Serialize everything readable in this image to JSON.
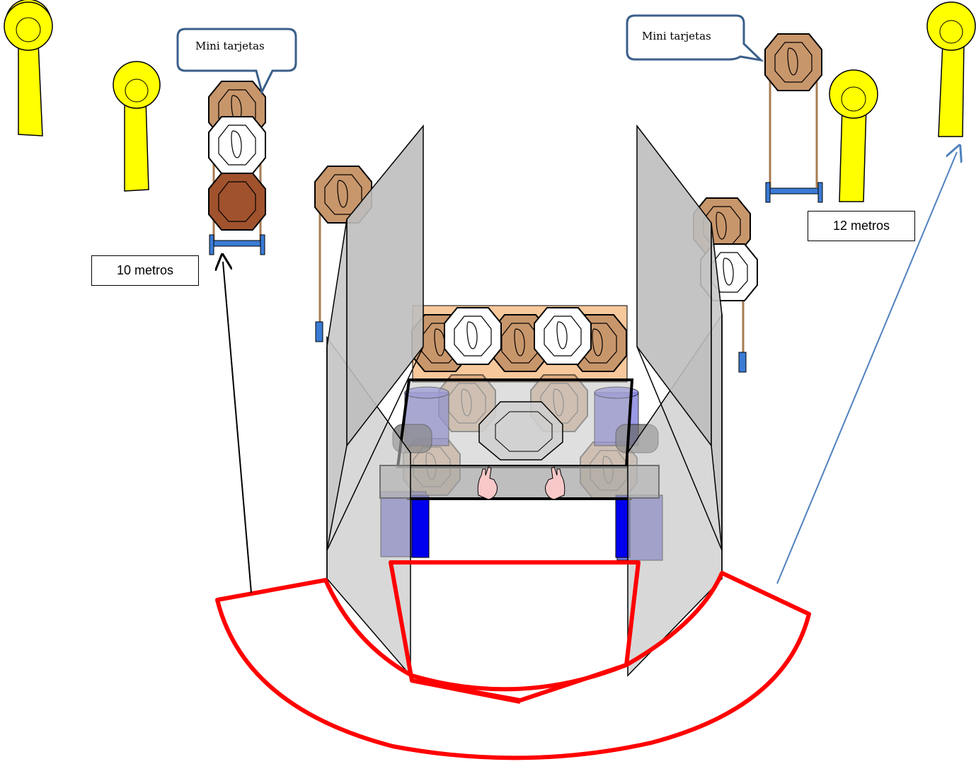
{
  "callouts": {
    "left": "Mini tarjetas",
    "right": "Mini tarjetas"
  },
  "distances": {
    "left": "10 metros",
    "right": "12 metros"
  },
  "colors": {
    "popper_yellow": "#ffff00",
    "target_brown": "#c8966b",
    "target_dark": "#a0522d",
    "target_white": "#ffffff",
    "wall_gray": "#bebebe",
    "barrel_blue": "#7777dd",
    "fault_line_red": "#ff0000",
    "stand_blue": "#3a7bd5",
    "callout_border": "#3b5f8a",
    "arrow_blue": "#4f81bd"
  }
}
